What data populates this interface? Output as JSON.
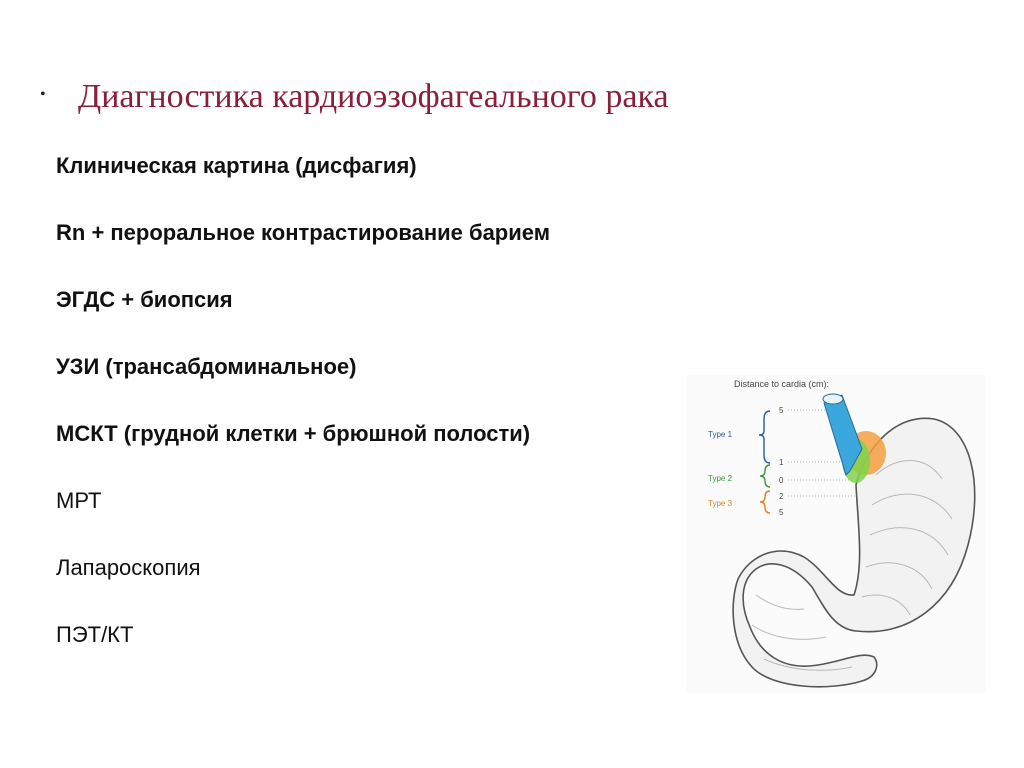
{
  "slide": {
    "bullet": "•",
    "title": "Диагностика кардиоэзофагеального рака",
    "items": [
      {
        "text": "Клиническая картина (дисфагия)",
        "bold": true
      },
      {
        "text": "Rn + пероральное контрастирование барием",
        "bold": true
      },
      {
        "text": "ЭГДС + биопсия",
        "bold": true
      },
      {
        "text": "УЗИ (трансабдоминальное)",
        "bold": true
      },
      {
        "text": "МСКТ (грудной клетки + брюшной полости)",
        "bold": true
      },
      {
        "text": "МРТ",
        "bold": false
      },
      {
        "text": "Лапароскопия",
        "bold": false
      },
      {
        "text": "ПЭТ/КТ",
        "bold": false
      }
    ]
  },
  "figure": {
    "caption": "Distance to cardia (cm):",
    "types": [
      "Type 1",
      "Type 2",
      "Type 3"
    ],
    "scale": [
      "5",
      "1",
      "0",
      "2",
      "5"
    ],
    "colors": {
      "type1": "#2a5aa0",
      "type2": "#3a9a3a",
      "type3": "#e08020",
      "esophagus": "#3aa8dc",
      "zone_green": "#7fd34a",
      "zone_orange": "#f5a040"
    }
  }
}
